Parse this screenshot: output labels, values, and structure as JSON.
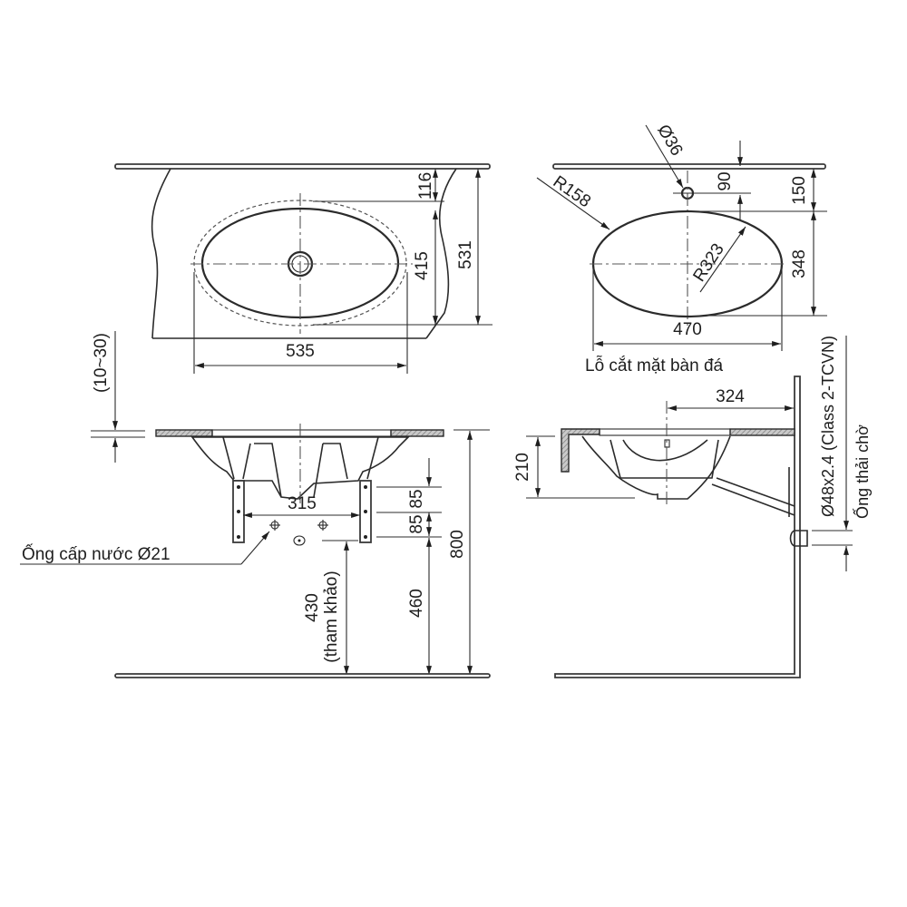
{
  "drawing": {
    "top_view": {
      "dim_width": "535",
      "dim_height_overall": "531",
      "dim_bowl_height": "415",
      "dim_top_offset": "116"
    },
    "cutout_view": {
      "drain_hole": "Ø36",
      "corner_radius": "R158",
      "main_radius": "R323",
      "dim_hole_offset": "90",
      "dim_top_to_cut": "150",
      "dim_cut_height": "348",
      "dim_cut_width": "470",
      "caption": "Lỗ cắt mặt bàn đá"
    },
    "front_view": {
      "counter_gap": "(10~30)",
      "dim_bracket_spacing": "315",
      "dim_step_1": "85",
      "dim_step_2": "85",
      "dim_total_height": "800",
      "dim_inlet_height": "460",
      "dim_outlet_height": "430",
      "dim_outlet_note": "(tham khảo)",
      "water_supply_label": "Ống cấp nước Ø21"
    },
    "side_view": {
      "dim_depth": "324",
      "dim_bowl_depth": "210",
      "drain_pipe_spec": "Ø48x2.4 (Class 2-TCVN)",
      "drain_pipe_label": "Ống thải chờ"
    },
    "colors": {
      "line": "#2b2b2b",
      "hatch": "#8a8a8a",
      "background": "#ffffff"
    }
  }
}
